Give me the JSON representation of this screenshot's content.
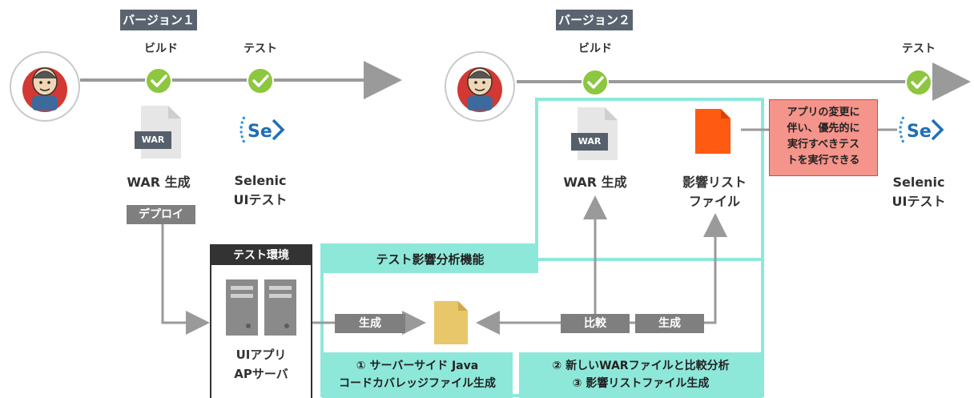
{
  "version1": {
    "title": "バージョン１",
    "build_label": "ビルド",
    "test_label": "テスト",
    "war_label": "WAR 生成",
    "war_icon_text": "WAR",
    "selenic_line1": "Selenic",
    "selenic_line2": "UIテスト",
    "deploy_label": "デプロイ"
  },
  "version2": {
    "title": "バージョン２",
    "build_label": "ビルド",
    "test_label": "テスト",
    "war_label": "WAR 生成",
    "war_icon_text": "WAR",
    "impact_line1": "影響リスト",
    "impact_line2": "ファイル",
    "selenic_line1": "Selenic",
    "selenic_line2": "UIテスト"
  },
  "callout": {
    "lines": [
      "アプリの変更に",
      "伴い、優先的に",
      "実行すべきテス",
      "トを実行できる"
    ],
    "color": "#f4948a"
  },
  "test_env": {
    "title": "テスト環境",
    "line1": "UIアプリ",
    "line2": "APサーバ"
  },
  "analysis": {
    "title": "テスト影響分析機能",
    "generate_label_1": "生成",
    "compare_label": "比較",
    "generate_label_2": "生成",
    "step1_line1": "① サーバーサイド Java",
    "step1_line2": "コードカバレッジファイル生成",
    "step2_line1": "② 新しいWARファイルと比較分析",
    "step2_line2": "③ 影響リストファイル生成",
    "teal": "#8ee8da"
  },
  "icons": {
    "jenkins": "jenkins-logo-icon",
    "check": "check-icon",
    "selenic": "selenic-logo-icon",
    "war_file": "war-file-icon",
    "impact_file": "red-file-icon",
    "coverage_file": "yellow-file-icon",
    "server": "server-icon"
  }
}
